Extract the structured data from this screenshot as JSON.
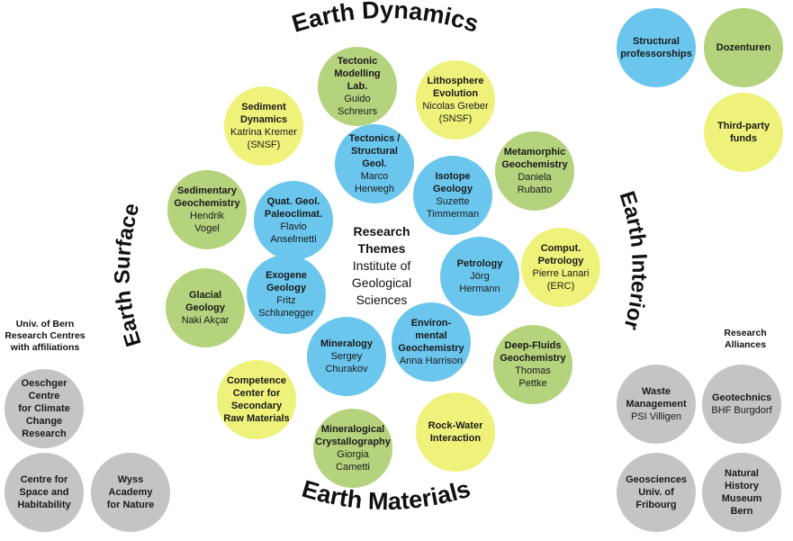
{
  "arcs": {
    "top": "Earth Dynamics",
    "bottom": "Earth Materials",
    "left": "Earth Surface",
    "right": "Earth Interior"
  },
  "center": {
    "title_line1": "Research",
    "title_line2": "Themes",
    "subtitle_line1": "Institute of",
    "subtitle_line2": "Geological",
    "subtitle_line3": "Sciences"
  },
  "themes": [
    {
      "id": "tectonic-modelling",
      "color": "green",
      "title": [
        "Tectonic",
        "Modelling Lab."
      ],
      "people": [
        "Guido",
        "Schreurs"
      ]
    },
    {
      "id": "lithosphere-evolution",
      "color": "yellow",
      "title": [
        "Lithosphere",
        "Evolution"
      ],
      "people": [
        "Nicolas Greber",
        "(SNSF)"
      ]
    },
    {
      "id": "sediment-dynamics",
      "color": "yellow",
      "title": [
        "Sediment",
        "Dynamics"
      ],
      "people": [
        "Katrina Kremer",
        "(SNSF)"
      ]
    },
    {
      "id": "tectonics-structural",
      "color": "blue",
      "title": [
        "Tectonics /",
        "Structural Geol."
      ],
      "people": [
        "Marco",
        "Herwegh"
      ]
    },
    {
      "id": "metamorphic-geochemistry",
      "color": "green",
      "title": [
        "Metamorphic",
        "Geochemistry"
      ],
      "people": [
        "Daniela",
        "Rubatto"
      ]
    },
    {
      "id": "isotope-geology",
      "color": "blue",
      "title": [
        "Isotope",
        "Geology"
      ],
      "people": [
        "Suzette",
        "Timmerman"
      ]
    },
    {
      "id": "quat-geol",
      "color": "blue",
      "title": [
        "Quat. Geol.",
        "Paleoclimat."
      ],
      "people": [
        "Flavio",
        "Anselmetti"
      ]
    },
    {
      "id": "sedimentary-geochemistry",
      "color": "green",
      "title": [
        "Sedimentary",
        "Geochemistry"
      ],
      "people": [
        "Hendrik",
        "Vogel"
      ]
    },
    {
      "id": "petrology",
      "color": "blue",
      "title": [
        "Petrology"
      ],
      "people": [
        "Jörg",
        "Hermann"
      ]
    },
    {
      "id": "comput-petrology",
      "color": "yellow",
      "title": [
        "Comput.",
        "Petrology"
      ],
      "people": [
        "Pierre Lanari",
        "(ERC)"
      ]
    },
    {
      "id": "exogene-geology",
      "color": "blue",
      "title": [
        "Exogene",
        "Geology"
      ],
      "people": [
        "Fritz",
        "Schlunegger"
      ]
    },
    {
      "id": "glacial-geology",
      "color": "green",
      "title": [
        "Glacial",
        "Geology"
      ],
      "people": [
        "Naki Akçar"
      ]
    },
    {
      "id": "mineralogy",
      "color": "blue",
      "title": [
        "Mineralogy"
      ],
      "people": [
        "Sergey",
        "Churakov"
      ]
    },
    {
      "id": "environmental-geochemistry",
      "color": "blue",
      "title": [
        "Environ-",
        "mental",
        "Geochemistry"
      ],
      "people": [
        "Anna Harrison"
      ]
    },
    {
      "id": "deep-fluids",
      "color": "green",
      "title": [
        "Deep-Fluids",
        "Geochemistry"
      ],
      "people": [
        "Thomas",
        "Pettke"
      ]
    },
    {
      "id": "competence-center",
      "color": "yellow",
      "title": [
        "Competence",
        "Center for",
        "Secondary",
        "Raw Materials"
      ],
      "people": []
    },
    {
      "id": "rock-water",
      "color": "yellow",
      "title": [
        "Rock-Water",
        "Interaction"
      ],
      "people": []
    },
    {
      "id": "mineralogical-crystallography",
      "color": "green",
      "title": [
        "Mineralogical",
        "Crystallography"
      ],
      "people": [
        "Giorgia",
        "Cametti"
      ]
    }
  ],
  "top_right": [
    {
      "id": "structural-professorships",
      "color": "blue",
      "title": [
        "Structural",
        "professorships"
      ],
      "people": []
    },
    {
      "id": "dozenturen",
      "color": "green",
      "title": [
        "Dozenturen"
      ],
      "people": []
    },
    {
      "id": "third-party-funds",
      "color": "yellow",
      "title": [
        "Third-party",
        "funds"
      ],
      "people": []
    }
  ],
  "left_group": {
    "label": [
      "Univ. of Bern",
      "Research Centres",
      "with affiliations"
    ],
    "items": [
      {
        "id": "oeschger",
        "color": "grey",
        "title": [
          "Oeschger",
          "Centre",
          "for Climate",
          "Change",
          "Research"
        ],
        "people": []
      },
      {
        "id": "space-habitability",
        "color": "grey",
        "title": [
          "Centre for",
          "Space and",
          "Habitability"
        ],
        "people": []
      },
      {
        "id": "wyss-academy",
        "color": "grey",
        "title": [
          "Wyss",
          "Academy",
          "for Nature"
        ],
        "people": []
      }
    ]
  },
  "right_group": {
    "label": [
      "Research",
      "Alliances"
    ],
    "items": [
      {
        "id": "waste-management",
        "color": "grey",
        "title": [
          "Waste",
          "Management"
        ],
        "people": [
          "PSI Villigen"
        ]
      },
      {
        "id": "geotechnics",
        "color": "grey",
        "title": [
          "Geotechnics"
        ],
        "people": [
          "BHF Burgdorf"
        ]
      },
      {
        "id": "geosciences-fribourg",
        "color": "grey",
        "title": [
          "Geosciences",
          "Univ. of",
          "Fribourg"
        ],
        "people": []
      },
      {
        "id": "natural-history-museum",
        "color": "grey",
        "title": [
          "Natural",
          "History",
          "Museum",
          "Bern"
        ],
        "people": []
      }
    ]
  },
  "colors": {
    "blue": "#6bc6ee",
    "green": "#b5d27d",
    "yellow": "#eef27a",
    "grey": "#c4c4c4"
  }
}
